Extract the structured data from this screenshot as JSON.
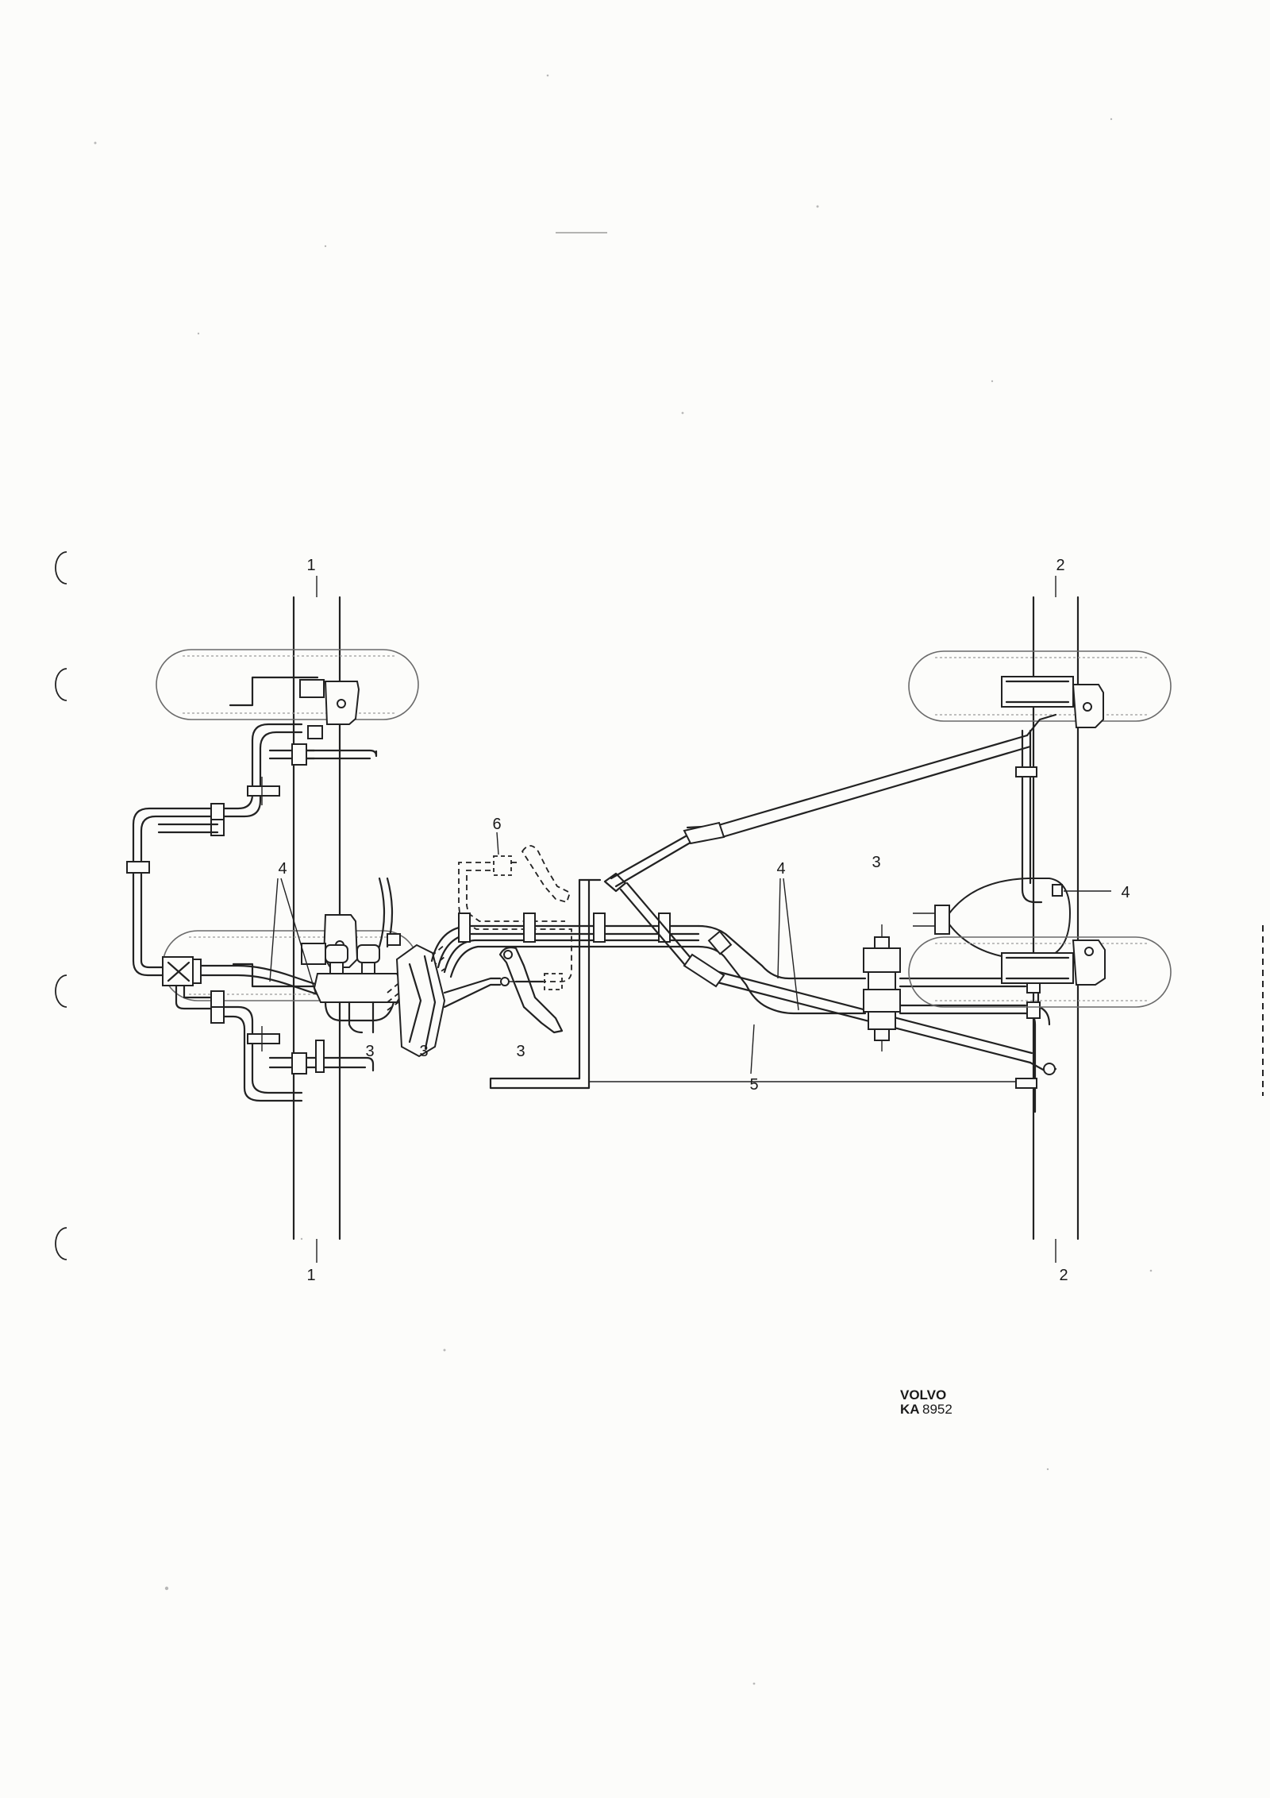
{
  "brand": {
    "line1": "VOLVO",
    "line2_prefix": "KA",
    "line2_number": "8952"
  },
  "callouts": {
    "front_axle_top": "1",
    "front_axle_bottom": "1",
    "rear_axle_top": "2",
    "rear_axle_bottom": "2",
    "valve_1": "3",
    "valve_2": "3",
    "valve_3": "3",
    "rear_valve": "3",
    "front_lines": "4",
    "main_lines": "4",
    "rear_diff_line": "4",
    "handbrake_cable": "5",
    "pedal_switch": "6"
  }
}
